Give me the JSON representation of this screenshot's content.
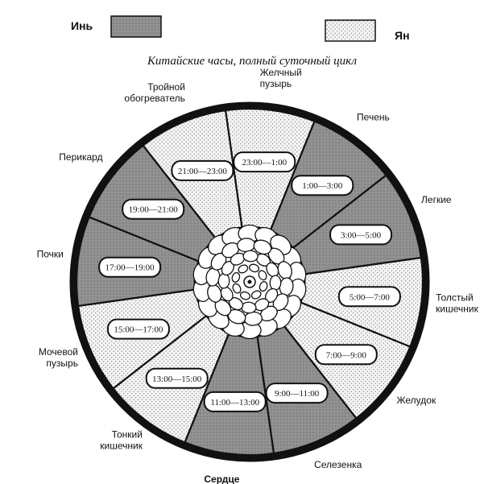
{
  "title": "Китайские часы, полный суточный цикл",
  "legend": [
    {
      "label": "Инь",
      "pattern": "yin"
    },
    {
      "label": "Ян",
      "pattern": "yang"
    }
  ],
  "colors": {
    "yin": "#8f8f8f",
    "yang": "#f4f4f4",
    "ring": "#111111"
  },
  "segments": [
    {
      "organ": "Желчный пузырь",
      "time": "23:00—1:00",
      "type": "yang"
    },
    {
      "organ": "Печень",
      "time": "1:00—3:00",
      "type": "yin"
    },
    {
      "organ": "Легкие",
      "time": "3:00—5:00",
      "type": "yin"
    },
    {
      "organ": "Толстый кишечник",
      "time": "5:00—7:00",
      "type": "yang"
    },
    {
      "organ": "Желудок",
      "time": "7:00—9:00",
      "type": "yang"
    },
    {
      "organ": "Селезенка",
      "time": "9:00—11:00",
      "type": "yin"
    },
    {
      "organ": "Сердце",
      "time": "11:00—13:00",
      "type": "yin"
    },
    {
      "organ": "Тонкий кишечник",
      "time": "13:00—15:00",
      "type": "yang"
    },
    {
      "organ": "Мочевой пузырь",
      "time": "15:00—17:00",
      "type": "yang"
    },
    {
      "organ": "Почки",
      "time": "17:00—19:00",
      "type": "yin"
    },
    {
      "organ": "Перикард",
      "time": "19:00—21:00",
      "type": "yin"
    },
    {
      "organ": "Тройной обогреватель",
      "time": "21:00—23:00",
      "type": "yang"
    }
  ]
}
